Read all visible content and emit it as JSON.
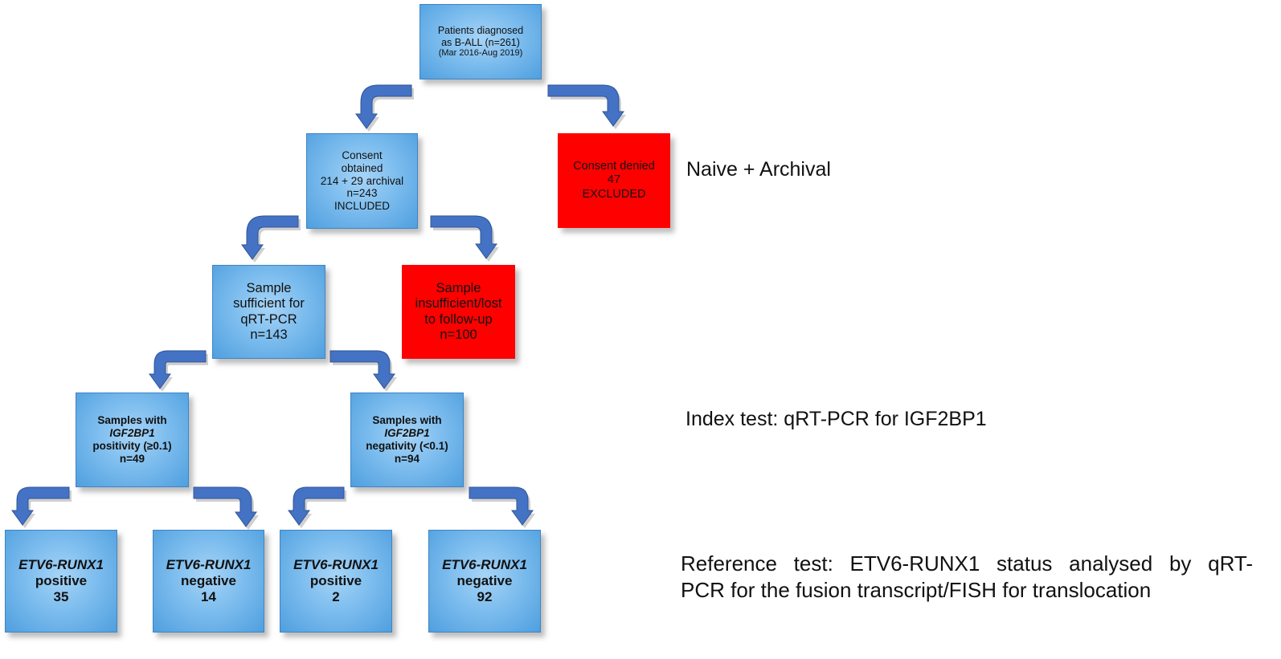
{
  "colors": {
    "box_blue_light": "#a6d4f7",
    "box_blue_dark": "#4f9fdf",
    "arrow_blue": "#4472c4",
    "excluded_red": "#ff0000"
  },
  "arrow_icon": "curved-arrow-icon",
  "boxes": {
    "patients": {
      "lines": [
        "Patients diagnosed",
        "as B-ALL (n=261)",
        "(Mar 2016-Aug 2019)"
      ]
    },
    "consent": {
      "lines": [
        "Consent",
        "obtained",
        "214  + 29 archival",
        "n=243",
        "INCLUDED"
      ]
    },
    "denied": {
      "lines": [
        "Consent denied",
        "47",
        "EXCLUDED"
      ]
    },
    "sufficient": {
      "lines": [
        "Sample",
        "sufficient for",
        "qRT-PCR",
        "n=143"
      ]
    },
    "insufficient": {
      "lines": [
        "Sample",
        "insufficient/lost",
        "to follow-up",
        "n=100"
      ]
    },
    "positivity": {
      "line1": "Samples with",
      "gene": "IGF2BP1",
      "line3": "positivity  (≥0.1)",
      "line4": "n=49"
    },
    "negativity": {
      "line1": "Samples with",
      "gene": "IGF2BP1",
      "line3": "negativity (<0.1)",
      "line4": "n=94"
    },
    "leaves": [
      {
        "gene": "ETV6-RUNX1",
        "status": "positive",
        "count": "35"
      },
      {
        "gene": "ETV6-RUNX1",
        "status": "negative",
        "count": "14"
      },
      {
        "gene": "ETV6-RUNX1",
        "status": "positive",
        "count": "2"
      },
      {
        "gene": "ETV6-RUNX1",
        "status": "negative",
        "count": "92"
      }
    ]
  },
  "captions": {
    "cohort": "Naive + Archival",
    "index_test": "Index test: qRT-PCR for IGF2BP1",
    "reference_line1": "Reference test: ETV6-RUNX1 status analysed by qRT-",
    "reference_line2": "PCR for the fusion transcript/FISH for translocation"
  }
}
